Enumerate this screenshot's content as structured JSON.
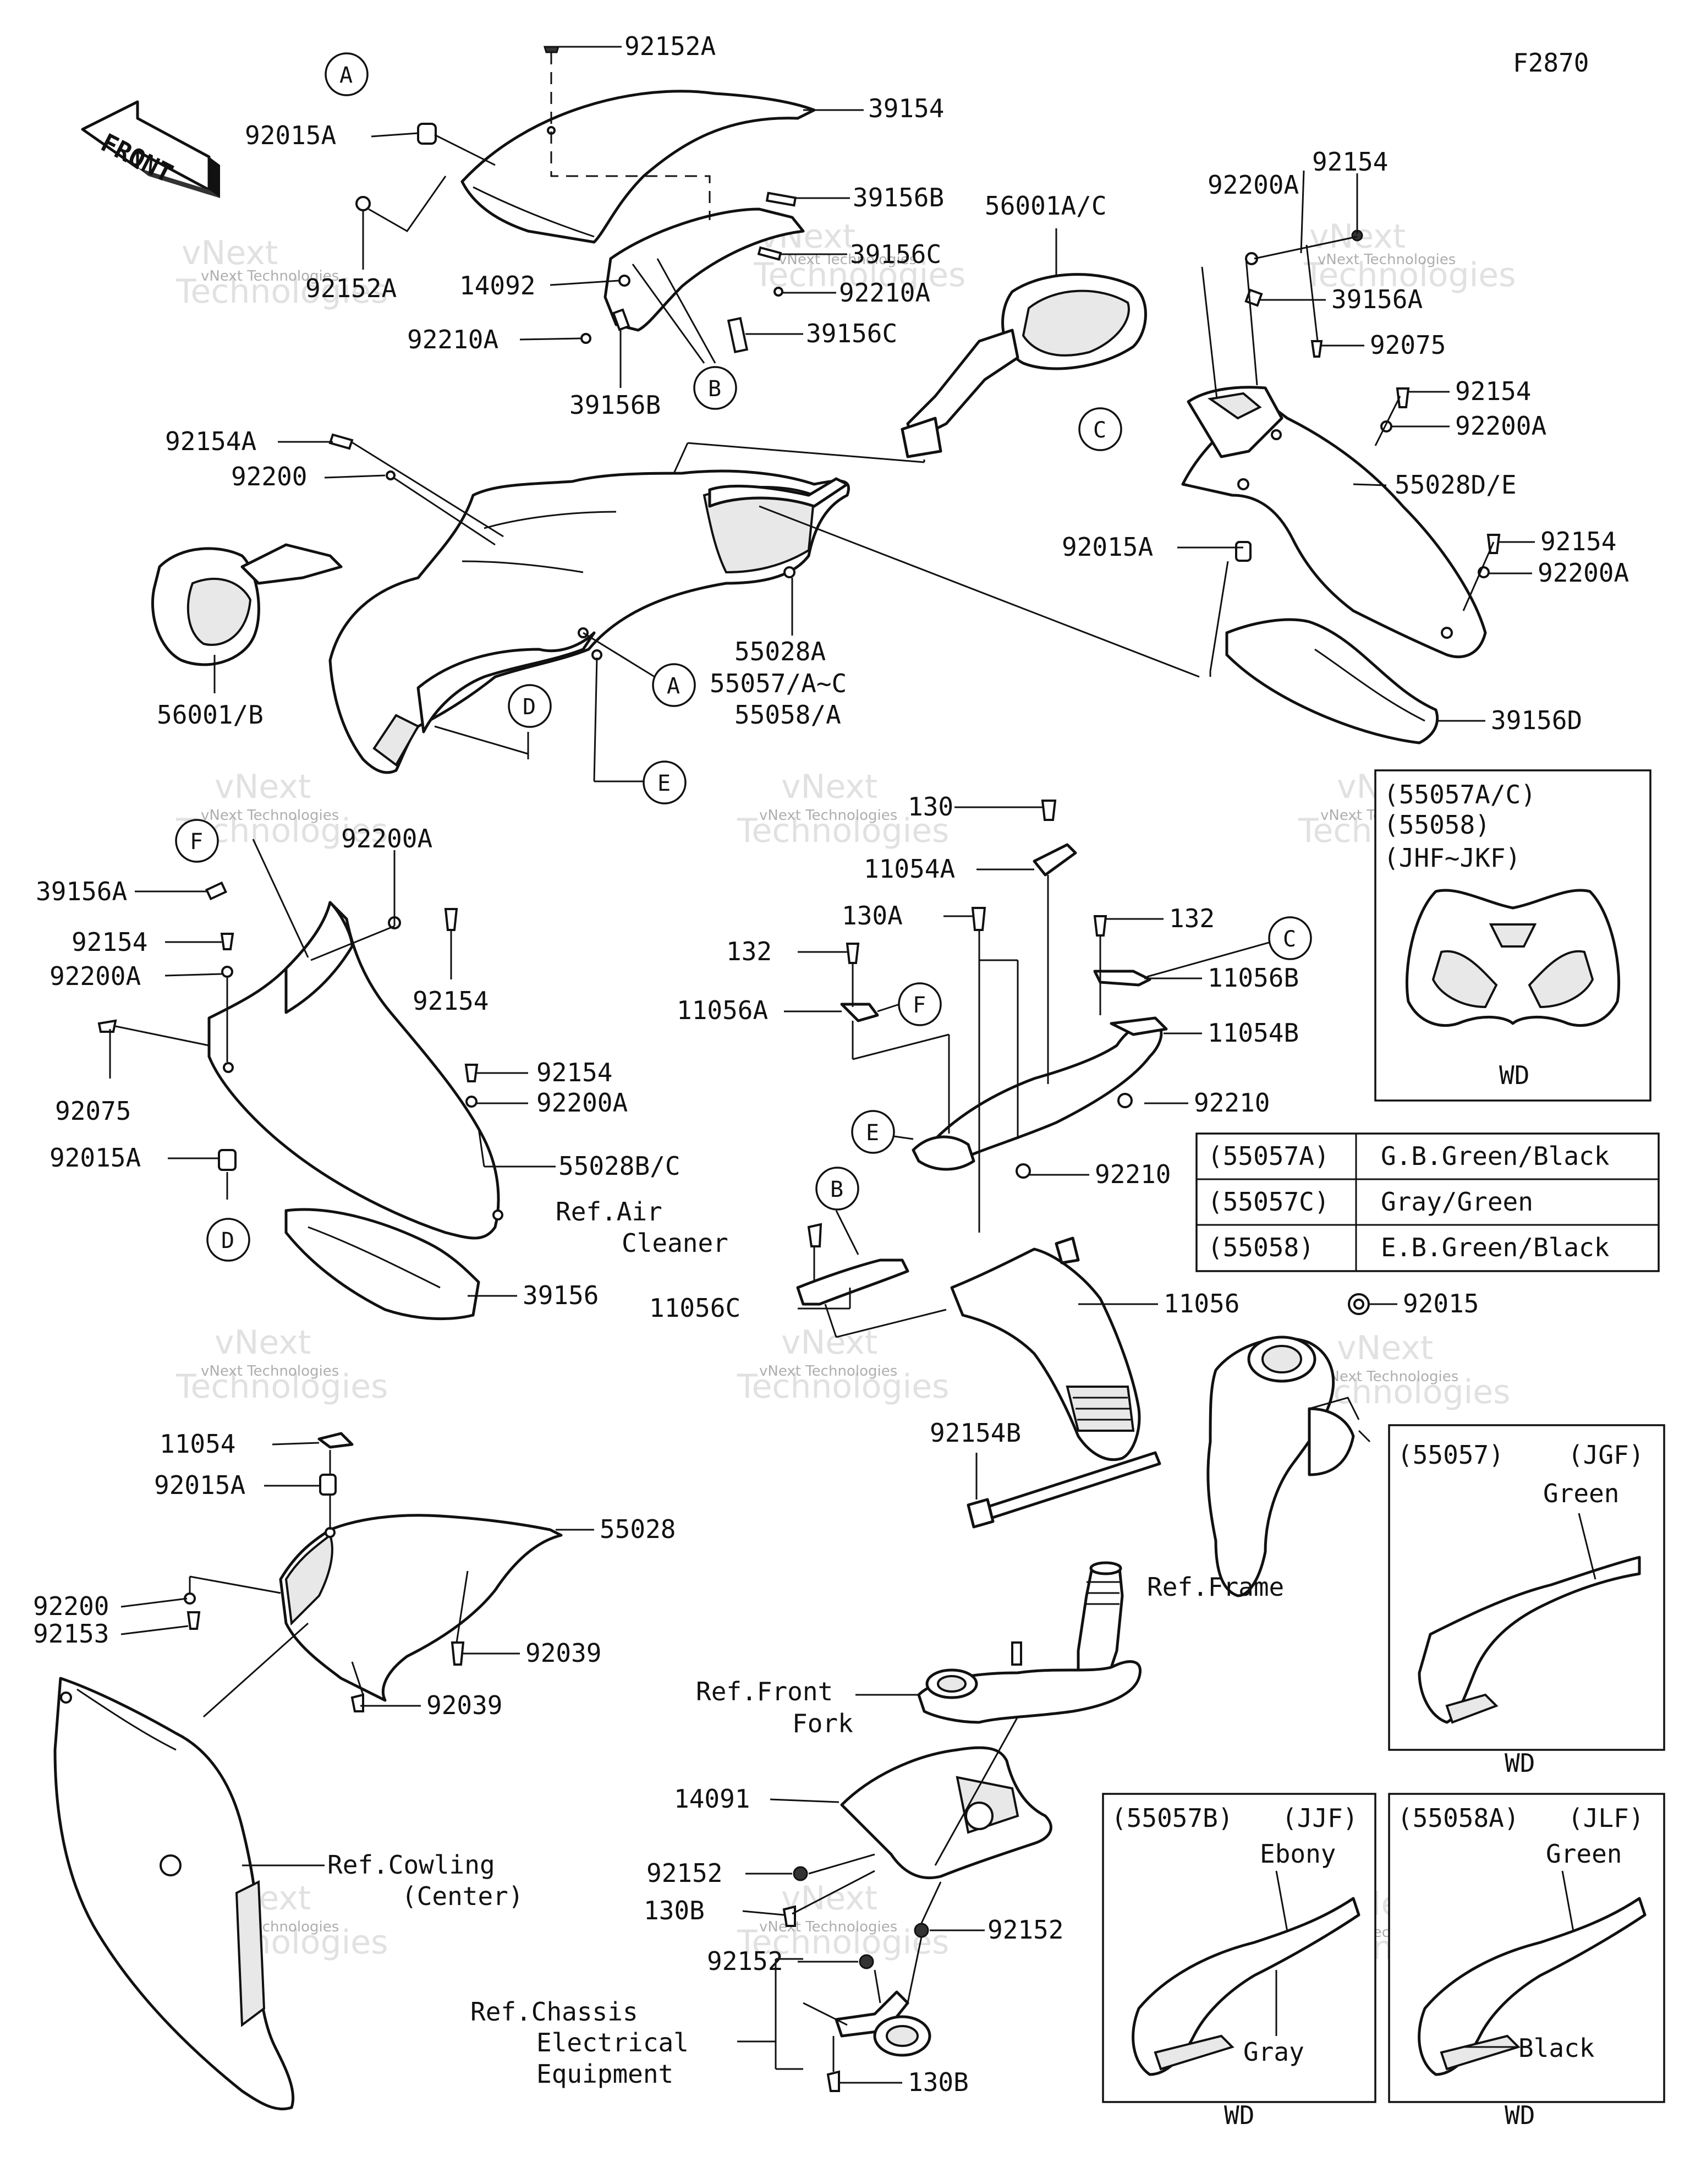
{
  "diagram": {
    "figure_code": "F2870",
    "front_arrow_label": "FRONT",
    "circle_letters": {
      "a": "A",
      "b": "B",
      "c": "C",
      "d": "D",
      "e": "E",
      "f": "F"
    },
    "watermark": {
      "line1": "vNext",
      "line2": "Technologies",
      "small": "vNext Technologies"
    },
    "parts": {
      "p92152A_top": "92152A",
      "p39154": "39154",
      "p92015A_top": "92015A",
      "p92152A_left": "92152A",
      "p39156B_top": "39156B",
      "p39156C_top": "39156C",
      "p92210A_right": "92210A",
      "p14092": "14092",
      "p92210A_left": "92210A",
      "p39156C_low": "39156C",
      "p39156B_low": "39156B",
      "p56001AC": "56001A/C",
      "p92200A_tr": "92200A",
      "p92154_tr": "92154",
      "p39156A_tr": "39156A",
      "p92075_tr": "92075",
      "p92154_r2": "92154",
      "p92200A_r2": "92200A",
      "p55028DE": "55028D/E",
      "p92015A_r": "92015A",
      "p92154_r3": "92154",
      "p92200A_r3": "92200A",
      "p39156D": "39156D",
      "p92154A": "92154A",
      "p92200": "92200",
      "p56001B": "56001/B",
      "p55028A": "55028A",
      "p55057AC": "55057/A~C",
      "p55058A": "55058/A",
      "p92200A_ml": "92200A",
      "p39156A_ml": "39156A",
      "p92154_ml": "92154",
      "p92200A_ml2": "92200A",
      "p92154_ml2": "92154",
      "p92075_ml": "92075",
      "p92015A_ml": "92015A",
      "p92154_ml3": "92154",
      "p92200A_ml3": "92200A",
      "p55028BC": "55028B/C",
      "p39156": "39156",
      "ref_air_1": "Ref.Air",
      "ref_air_2": "Cleaner",
      "p130": "130",
      "p11054A": "11054A",
      "p130A": "130A",
      "p132_l": "132",
      "p132_r": "132",
      "p11056B": "11056B",
      "p11056A": "11056A",
      "p11054B": "11054B",
      "p92210_1": "92210",
      "p92210_2": "92210",
      "p11056C": "11056C",
      "p11056": "11056",
      "p92015": "92015",
      "p92154B": "92154B",
      "ref_frame": "Ref.Frame",
      "p11054": "11054",
      "p92015A_bl": "92015A",
      "p55028": "55028",
      "p92200_bl": "92200",
      "p92153": "92153",
      "p92039_1": "92039",
      "p92039_2": "92039",
      "ref_fork_1": "Ref.Front",
      "ref_fork_2": "Fork",
      "ref_cowl_1": "Ref.Cowling",
      "ref_cowl_2": "(Center)",
      "p14091": "14091",
      "p92152_1": "92152",
      "p130B_1": "130B",
      "p92152_2": "92152",
      "p92152_3": "92152",
      "ref_chassis_1": "Ref.Chassis",
      "ref_chassis_2": "Electrical",
      "ref_chassis_3": "Equipment",
      "p130B_2": "130B"
    },
    "color_table": [
      {
        "code": "(55057A)",
        "color": "G.B.Green/Black"
      },
      {
        "code": "(55057C)",
        "color": "Gray/Green"
      },
      {
        "code": "(55058)",
        "color": "E.B.Green/Black"
      }
    ],
    "insets": {
      "jhf": {
        "line1": "(55057A/C)",
        "line2": "(55058)",
        "line3": "(JHF~JKF)",
        "footer": "WD"
      },
      "jgf": {
        "code": "(55057)",
        "model": "(JGF)",
        "color": "Green",
        "footer": "WD"
      },
      "jjf": {
        "code": "(55057B)",
        "model": "(JJF)",
        "color1": "Ebony",
        "color2": "Gray",
        "footer": "WD"
      },
      "jlf": {
        "code": "(55058A)",
        "model": "(JLF)",
        "color1": "Green",
        "color2": "Black",
        "footer": "WD"
      }
    }
  }
}
